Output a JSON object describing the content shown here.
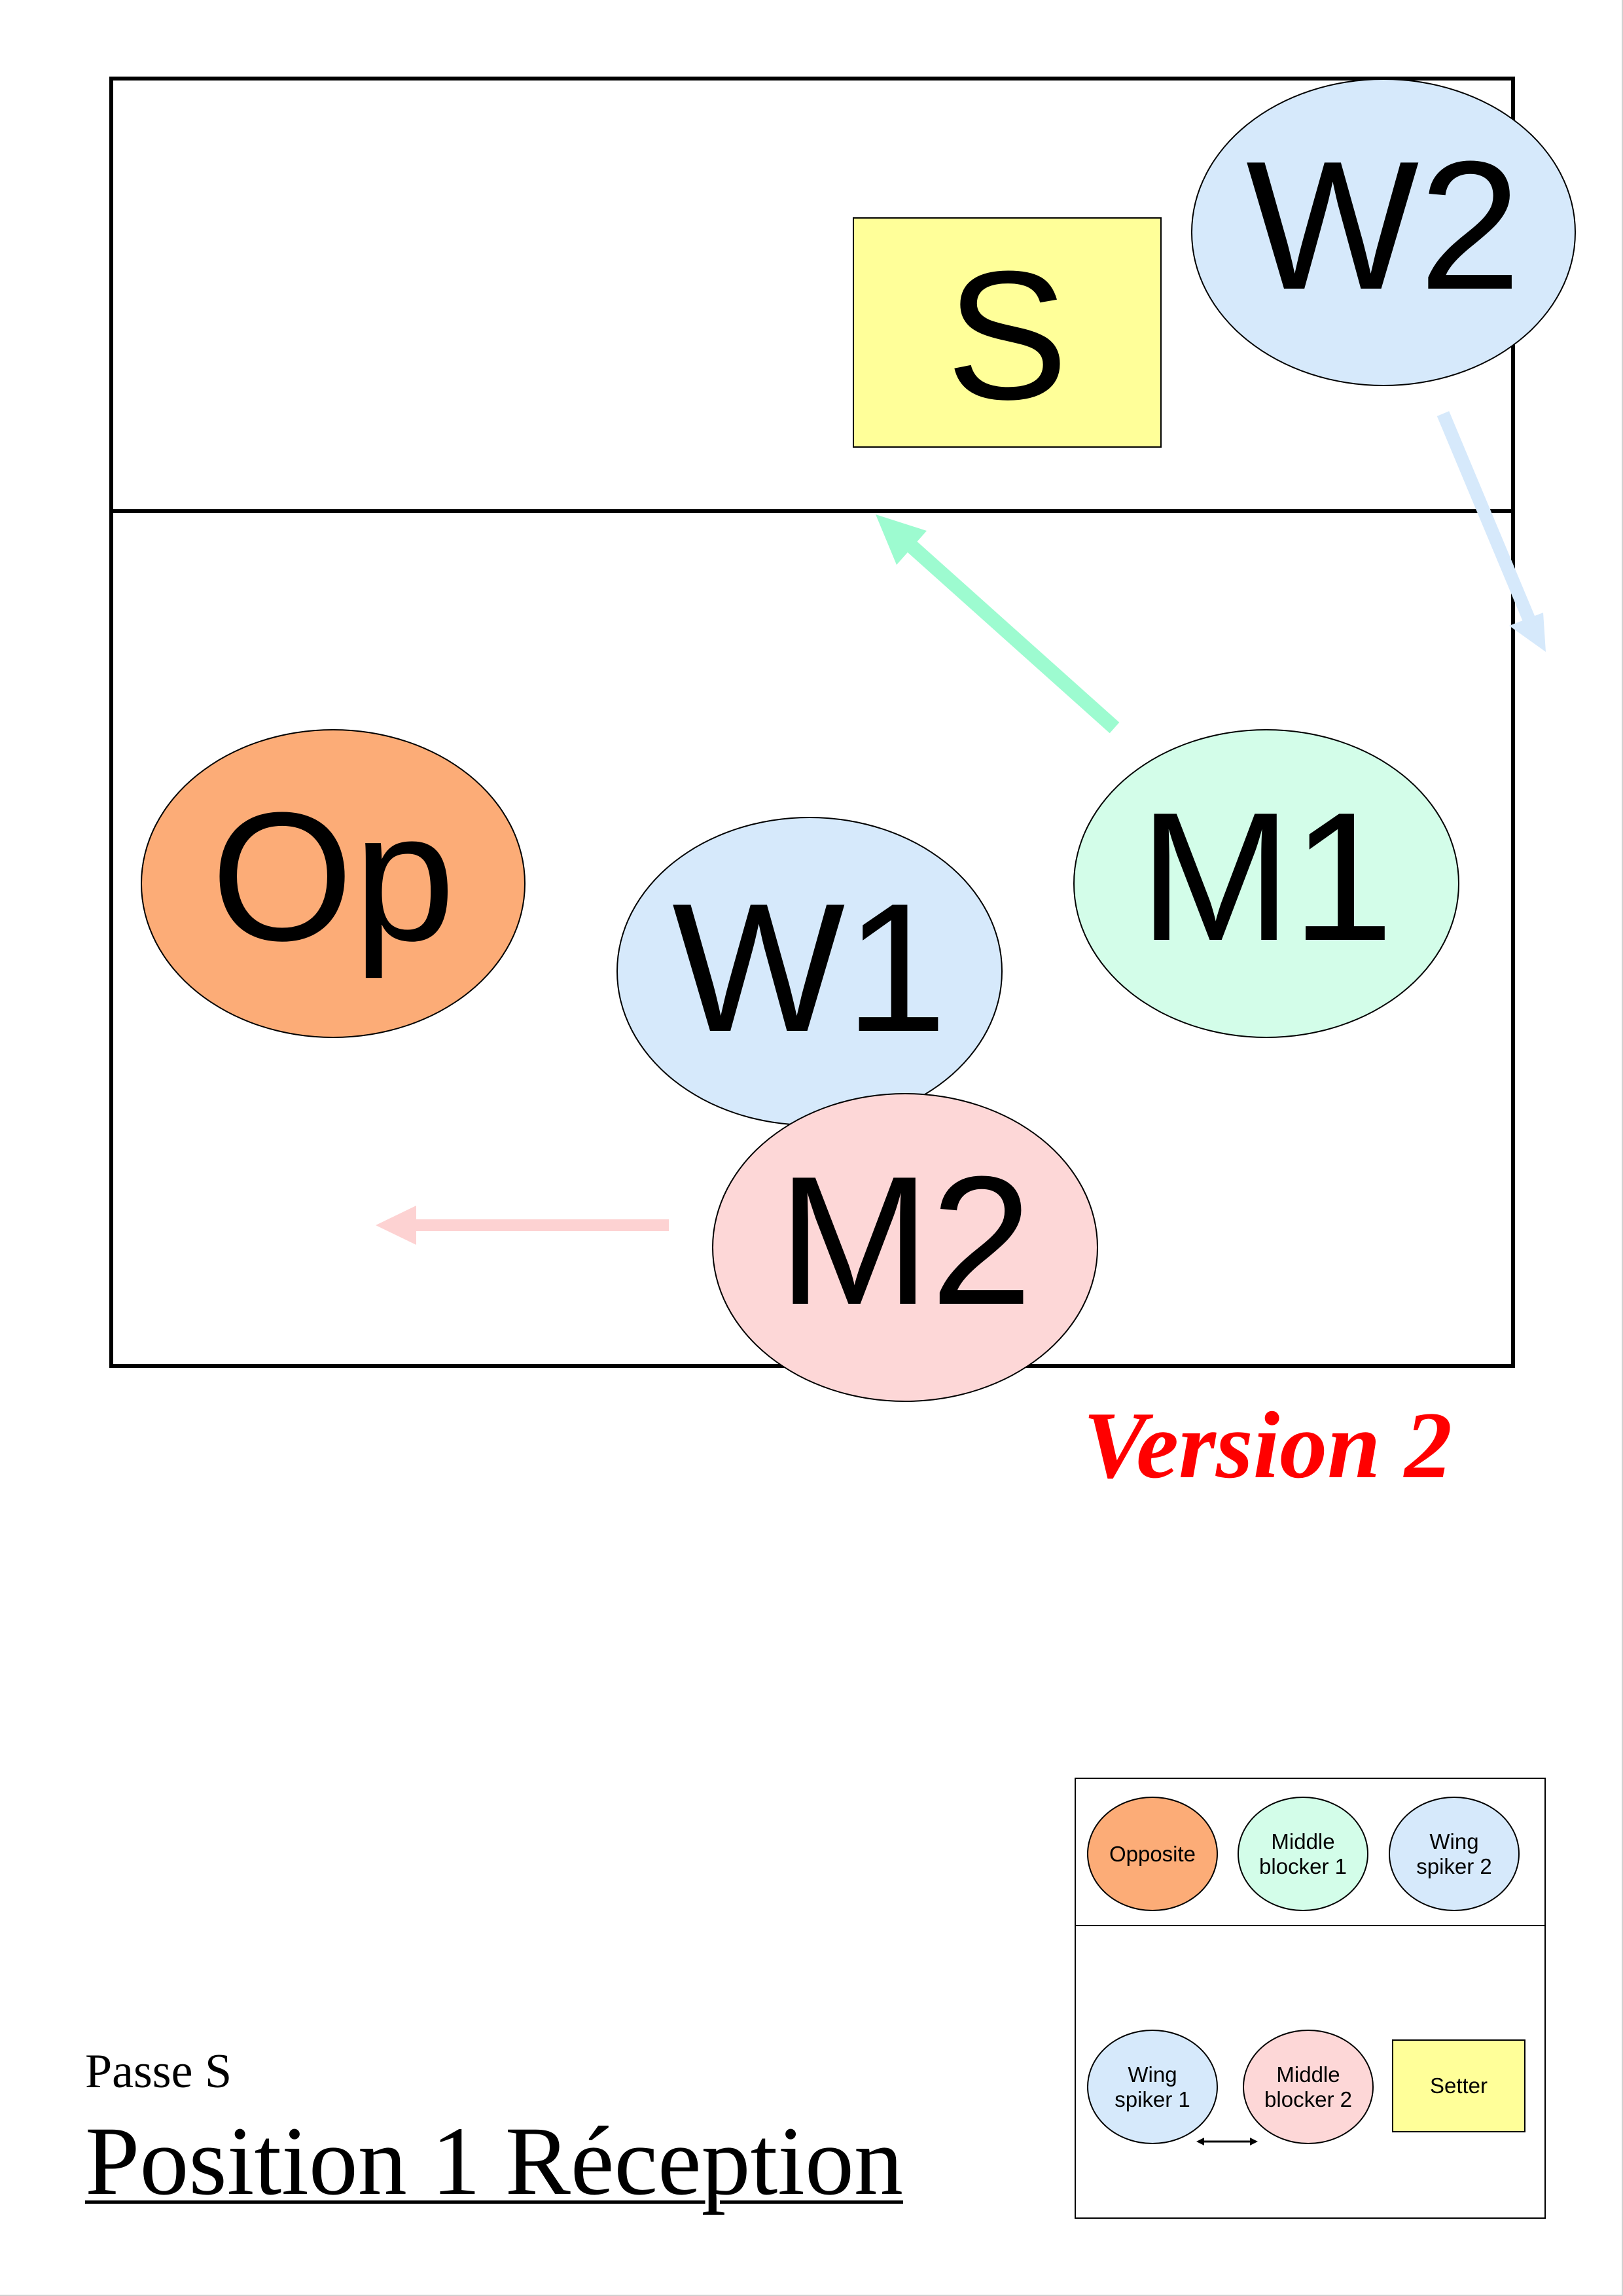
{
  "diagram": {
    "version_label": "Version 2",
    "subtitle": "Passe S",
    "title": "Position 1 Réception",
    "players": {
      "setter": {
        "label": "S",
        "color": "#ffff99"
      },
      "wing2": {
        "label": "W2",
        "color": "#d6e9fb"
      },
      "opposite": {
        "label": "Op",
        "color": "#fcac77"
      },
      "wing1": {
        "label": "W1",
        "color": "#d6e9fb"
      },
      "middle1": {
        "label": "M1",
        "color": "#d3fde9"
      },
      "middle2": {
        "label": "M2",
        "color": "#fdd7d7"
      }
    },
    "arrows": {
      "middle1_move": {
        "color": "#9dfbd0"
      },
      "wing2_move": {
        "color": "#d6e9fb"
      },
      "middle2_move": {
        "color": "#fdd2d2"
      }
    }
  },
  "legend": {
    "opposite": "Opposite",
    "middle_blocker_1": "Middle blocker 1",
    "wing_spiker_2": "Wing spiker 2",
    "wing_spiker_1": "Wing spiker 1",
    "middle_blocker_2": "Middle blocker 2",
    "setter": "Setter"
  },
  "colors": {
    "version_text": "#ff0000",
    "court_lines": "#000000"
  }
}
